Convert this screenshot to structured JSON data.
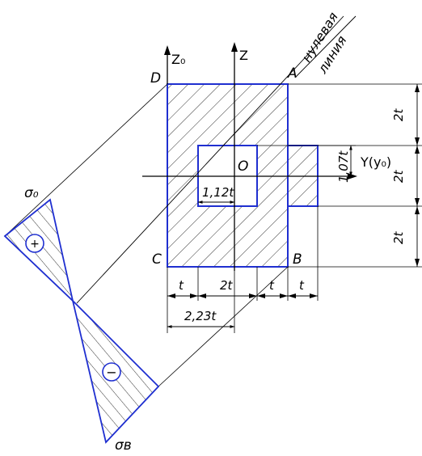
{
  "points": {
    "a": "A",
    "b": "B",
    "c": "C",
    "d": "D",
    "o": "O"
  },
  "axes": {
    "z": "Z",
    "z0": "Z₀",
    "y": "Y(y₀)"
  },
  "neutral_line": {
    "line1": "нулевая",
    "line2": "линия"
  },
  "stress": {
    "top": "σ₀",
    "bottom": "σв",
    "plus": "+",
    "minus": "−"
  },
  "dimensions": {
    "right_top": "2t",
    "right_mid": "2t",
    "right_bottom": "2t",
    "offset": "1,07t",
    "inner_offset": "1,12t",
    "bottom_1": "t",
    "bottom_2": "2t",
    "bottom_3": "t",
    "bottom_4": "t",
    "total": "2,23t"
  },
  "colors": {
    "outline": "#1f2fd0",
    "ink": "#000000"
  }
}
